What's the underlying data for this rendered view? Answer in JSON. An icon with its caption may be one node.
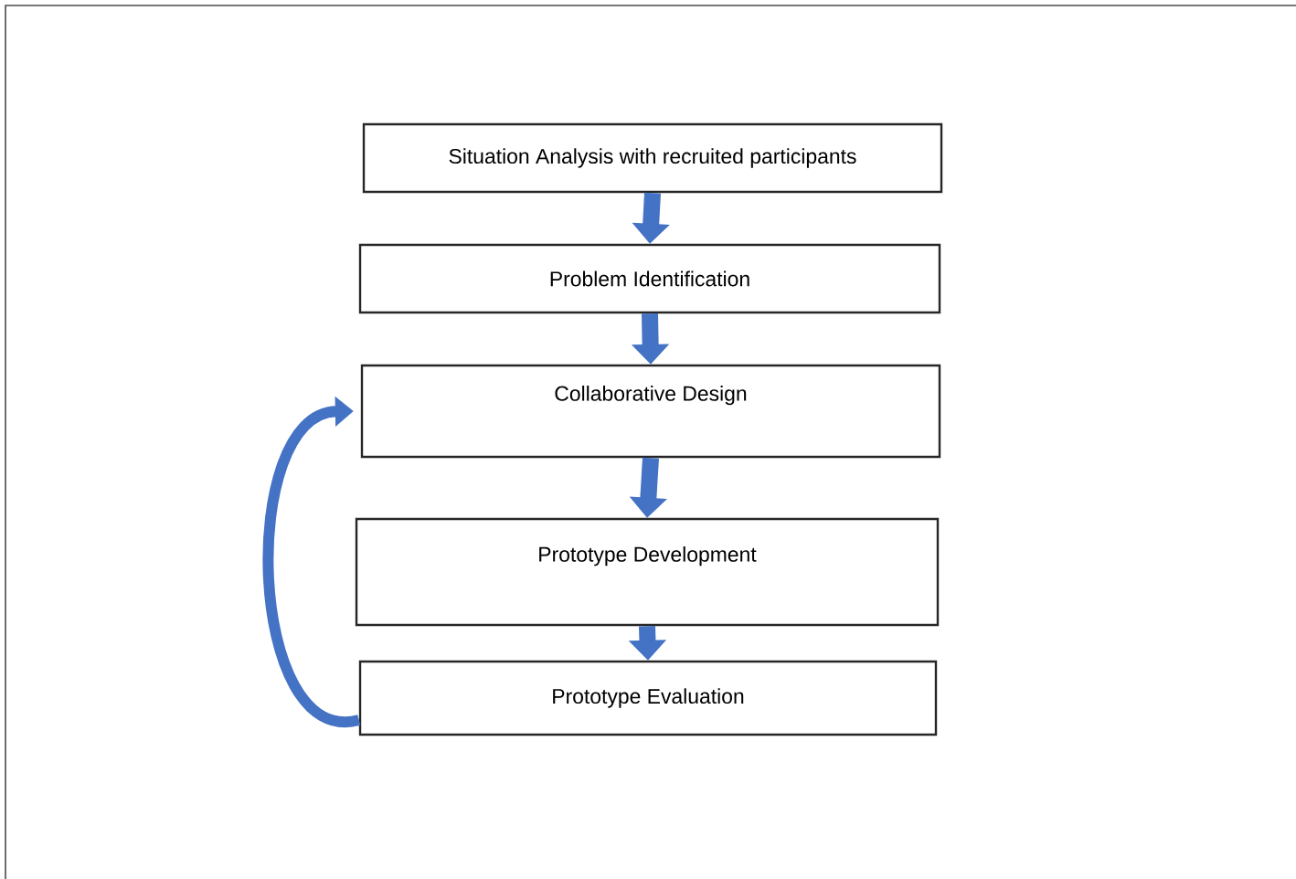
{
  "diagram": {
    "nodes": [
      {
        "text": [
          "Situation Analysis with recruited participants"
        ]
      },
      {
        "text": [
          "Problem Identification"
        ]
      },
      {
        "text": [
          "Collaborative Design"
        ]
      },
      {
        "text": [
          "Prototype Development"
        ]
      },
      {
        "text": [
          "Prototype Evaluation"
        ]
      }
    ],
    "edges": [
      {
        "from": 0,
        "to": 1,
        "arrow": "to"
      },
      {
        "from": 1,
        "to": 2,
        "arrow": "to"
      },
      {
        "from": 2,
        "to": 3,
        "arrow": "to"
      },
      {
        "from": 3,
        "to": 4,
        "arrow": "to"
      },
      {
        "from": 4,
        "to": 2,
        "arrow": "to"
      }
    ]
  }
}
